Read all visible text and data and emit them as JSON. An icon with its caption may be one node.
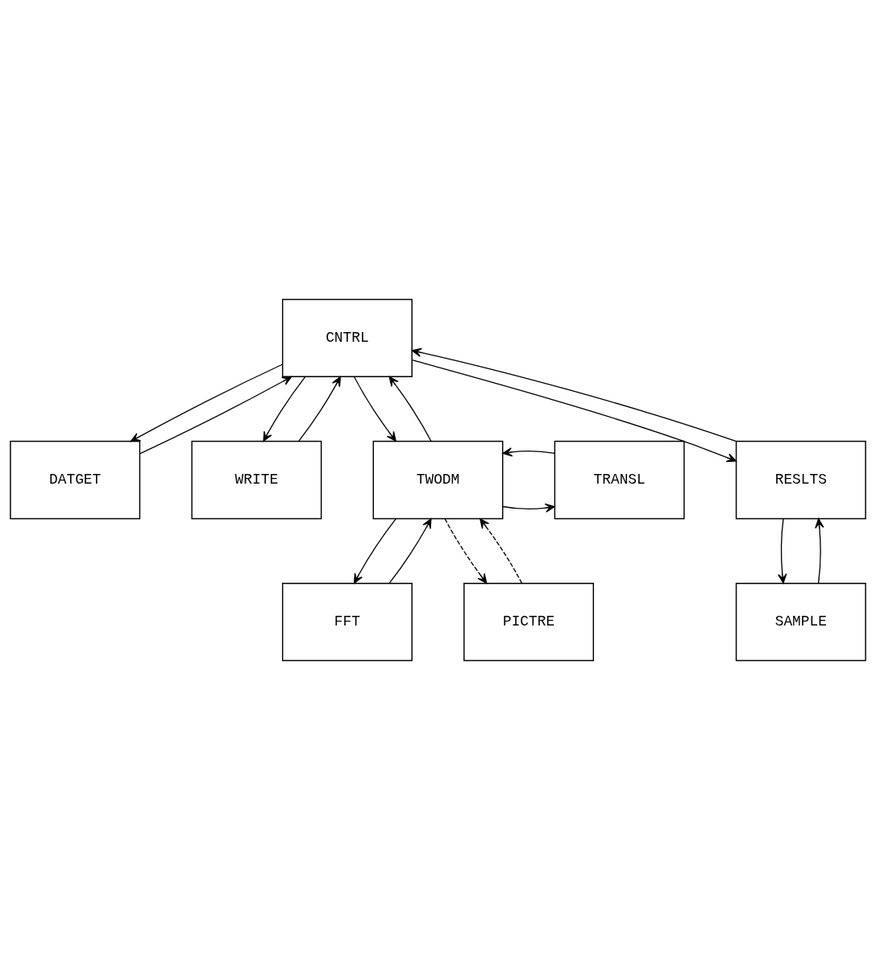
{
  "diagram": {
    "nodes": [
      {
        "text": [
          "CNTRL"
        ]
      },
      {
        "text": [
          "DATGET"
        ]
      },
      {
        "text": [
          "WRITE"
        ]
      },
      {
        "text": [
          "TWODM"
        ]
      },
      {
        "text": [
          "TRANSL"
        ]
      },
      {
        "text": [
          "RESLTS"
        ]
      },
      {
        "text": [
          "FFT"
        ]
      },
      {
        "text": [
          "PICTRE"
        ]
      },
      {
        "text": [
          "SAMPLE"
        ]
      }
    ],
    "edges": [
      {
        "from": 0,
        "to": 1,
        "arrow": "to"
      },
      {
        "from": 1,
        "to": 0,
        "arrow": "to"
      },
      {
        "from": 0,
        "to": 2,
        "arrow": "to"
      },
      {
        "from": 2,
        "to": 0,
        "arrow": "to"
      },
      {
        "from": 0,
        "to": 3,
        "arrow": "to"
      },
      {
        "from": 3,
        "to": 0,
        "arrow": "to"
      },
      {
        "from": 0,
        "to": 5,
        "arrow": "to"
      },
      {
        "from": 5,
        "to": 0,
        "arrow": "to"
      },
      {
        "from": 3,
        "to": 4,
        "arrow": "to"
      },
      {
        "from": 4,
        "to": 3,
        "arrow": "to"
      },
      {
        "from": 3,
        "to": 6,
        "arrow": "to"
      },
      {
        "from": 6,
        "to": 3,
        "arrow": "to"
      },
      {
        "from": 3,
        "to": 7,
        "arrow": "to",
        "style": "dashed"
      },
      {
        "from": 7,
        "to": 3,
        "arrow": "to",
        "style": "dashed"
      },
      {
        "from": 5,
        "to": 8,
        "arrow": "to"
      },
      {
        "from": 8,
        "to": 5,
        "arrow": "to"
      }
    ]
  }
}
